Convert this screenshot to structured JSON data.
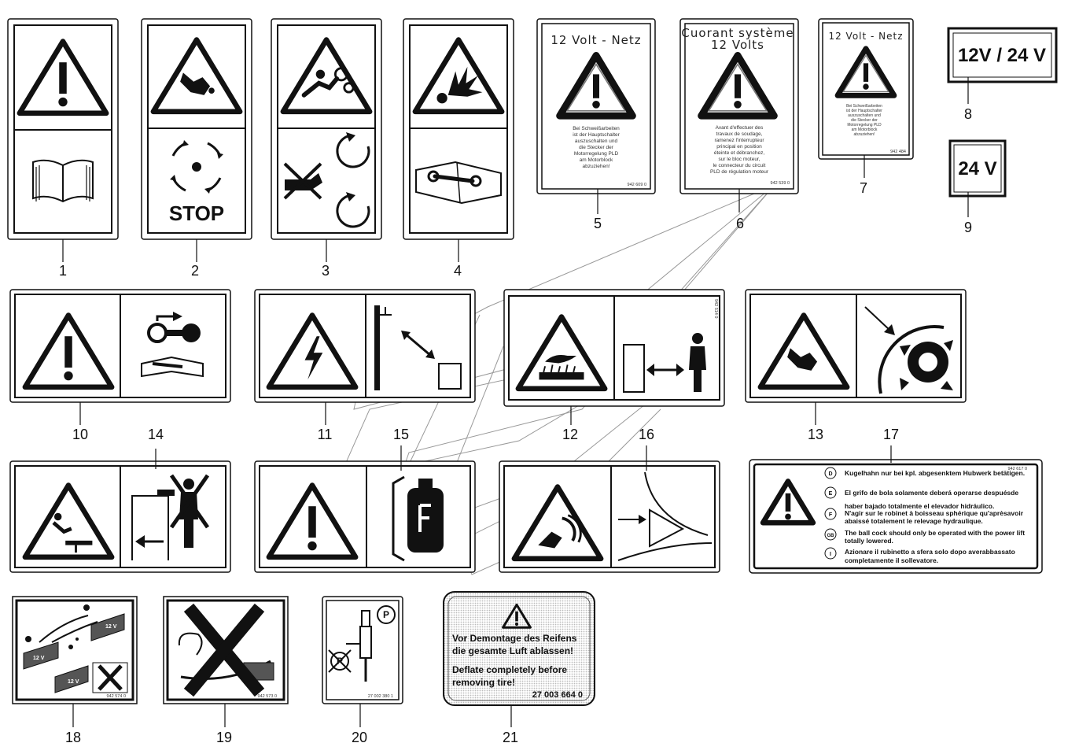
{
  "callouts": [
    "1",
    "2",
    "3",
    "4",
    "5",
    "6",
    "7",
    "8",
    "9",
    "10",
    "11",
    "12",
    "13",
    "14",
    "15",
    "16",
    "17",
    "18",
    "19",
    "20",
    "21"
  ],
  "decal2": {
    "text": "STOP"
  },
  "decal5": {
    "title": "12 Volt - Netz",
    "text": [
      "Bei Schweißarbeiten",
      "ist der Hauptschalter",
      "auszuschalten und",
      "die Stecker der",
      "Motorregelung PLD",
      "am Motorblock",
      "abzuziehen!"
    ],
    "code": "942 609 0"
  },
  "decal6": {
    "title": [
      "Cuorant système",
      "12 Volts"
    ],
    "text": [
      "Avant d'effectuer des",
      "travaux de soudage,",
      "ramenez l'interrupteur",
      "principal en position",
      "éteinte et débranchez,",
      "sur le bloc moteur,",
      "le connecteur du circuit",
      "PLD de régulation moteur"
    ],
    "code": "942 539 0"
  },
  "decal7": {
    "title": "12 Volt - Netz",
    "text": [
      "Bei Schweißarbeiten",
      "ist der Hauptschalter",
      "auszuschalten und",
      "die Stecker der",
      "Motorregelung PLD",
      "am Motorblock",
      "abzuziehen!"
    ],
    "code": "942 484"
  },
  "decal8": {
    "text": "12V / 24 V"
  },
  "decal9": {
    "text": "24 V"
  },
  "decal12": {
    "code": "942 514 0"
  },
  "decal17": {
    "code": "942 617 0",
    "lines": [
      {
        "badge": "D",
        "text": [
          "Kugelhahn nur bei kpl. abgesenktem Hubwerk betätigen."
        ]
      },
      {
        "badge": "E",
        "text": [
          "El grifo de bola solamente deberá operarse despuésde",
          "haber bajado totalmente el elevador hidráulico."
        ]
      },
      {
        "badge": "F",
        "text": [
          "N'agir sur le robinet à boisseau sphérique qu'aprèsavoir",
          "abaissé totalement le relevage hydraulique."
        ]
      },
      {
        "badge": "GB",
        "text": [
          "The ball cock should only be operated with the power lift",
          "totally lowered."
        ]
      },
      {
        "badge": "I",
        "text": [
          "Azionare il rubinetto a sfera solo dopo averabbassato",
          "completamente il sollevatore."
        ]
      }
    ]
  },
  "decal18": {
    "code": "942 574 0",
    "battery_label": "12 V"
  },
  "decal19": {
    "code": "942 573 0"
  },
  "decal20": {
    "code": "27 002 380 1",
    "badge": "P"
  },
  "decal21": {
    "text": [
      "Vor Demontage des Reifens",
      "die gesamte Luft ablassen!",
      "",
      "Deflate completely before",
      "removing tire!"
    ],
    "code": "27 003 664 0"
  },
  "colors": {
    "ink": "#111111",
    "paper": "#ffffff",
    "line": "#888888",
    "dotted": "#cfcfcf"
  }
}
